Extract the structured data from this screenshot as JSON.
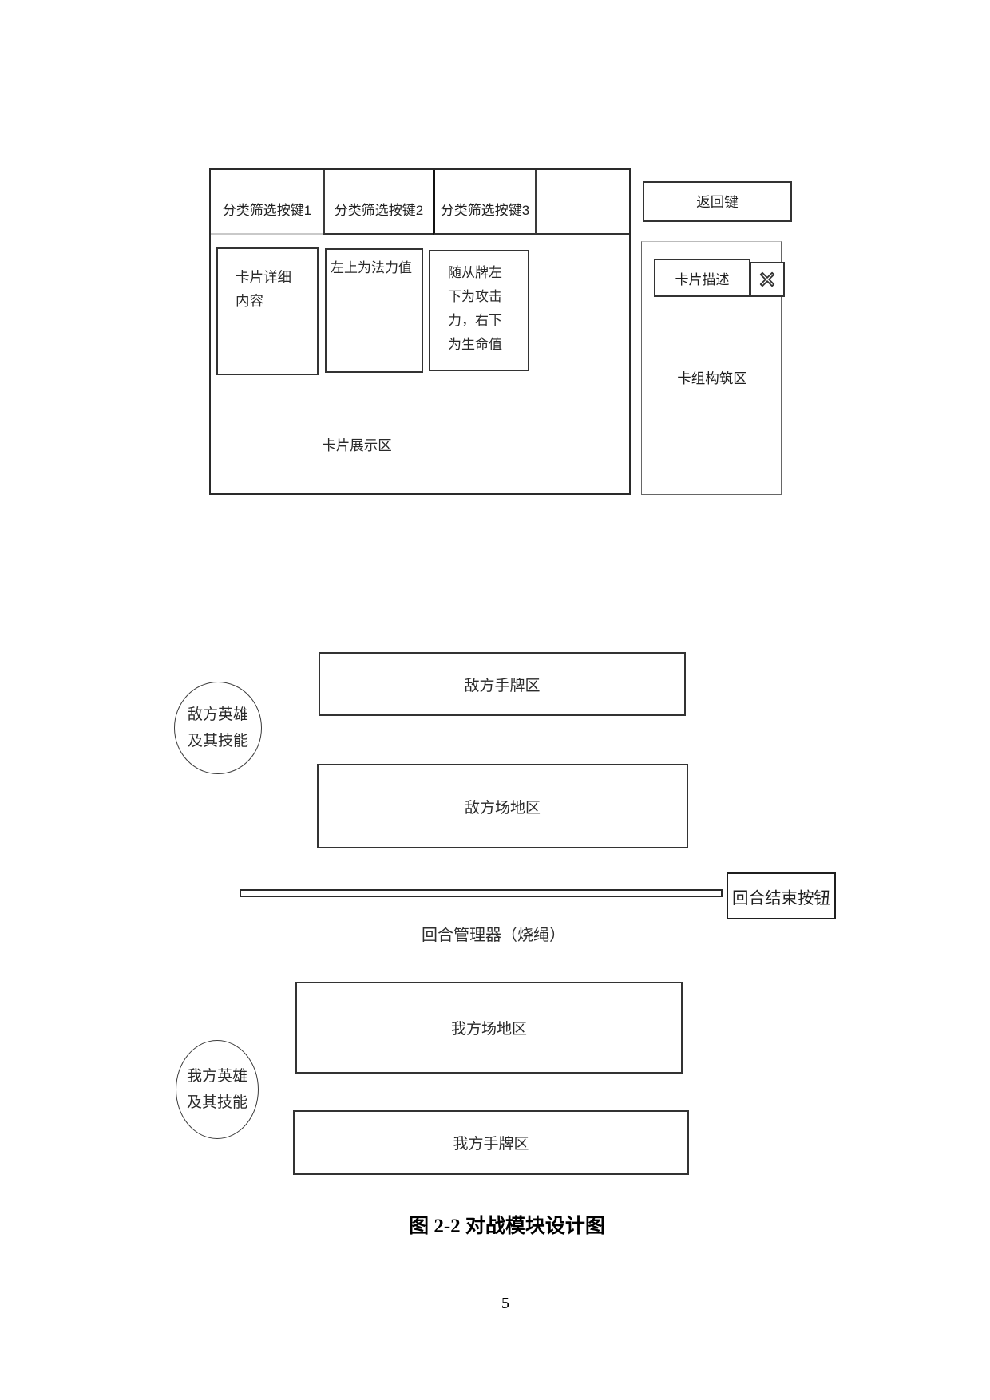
{
  "deck_builder": {
    "tabs": [
      {
        "label": "分类筛选按键1"
      },
      {
        "label": "分类筛选按键2"
      },
      {
        "label": "分类筛选按键3"
      }
    ],
    "card_detail_note": "卡片详细内容",
    "mana_note": "左上为法力值",
    "minion_note": "随从牌左下为攻击力，右下为生命值",
    "card_display_area_label": "卡片展示区",
    "back_button_label": "返回键",
    "card_description_label": "卡片描述",
    "deck_build_area_label": "卡组构筑区",
    "close_icon": "close-x"
  },
  "battle": {
    "enemy_hero_line1": "敌方英雄",
    "enemy_hero_line2": "及其技能",
    "enemy_hand_area_label": "敌方手牌区",
    "enemy_field_area_label": "敌方场地区",
    "turn_manager_label": "回合管理器（烧绳）",
    "end_turn_button_label": "回合结束按钮",
    "my_field_area_label": "我方场地区",
    "my_hero_line1": "我方英雄",
    "my_hero_line2": "及其技能",
    "my_hand_area_label": "我方手牌区"
  },
  "figure_caption": "图 2-2  对战模块设计图",
  "page_number": "5",
  "colors": {
    "border_dark": "#2a2a2a",
    "border_mid": "#666666",
    "text": "#2a2a2a",
    "background": "#ffffff"
  }
}
